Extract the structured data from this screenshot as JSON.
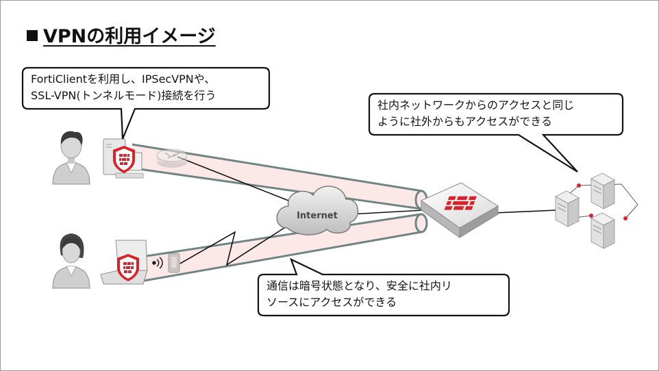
{
  "slide": {
    "title": "VPNの利用イメージ"
  },
  "callouts": {
    "forticlient": {
      "line1": "FortiClientを利用し、IPSecVPNや、",
      "line2": "SSL-VPN(トンネルモード)接続を行う"
    },
    "internal": {
      "line1": "社内ネットワークからのアクセスと同じ",
      "line2": "ように社外からもアクセスができる"
    },
    "encrypted": {
      "line1": "通信は暗号状態となり、安全に社内リ",
      "line2": "ソースにアクセスができる"
    }
  },
  "network": {
    "cloud_label": "Internet"
  },
  "icons": {
    "user_male": "man-user-icon",
    "user_female": "woman-user-icon",
    "desktop": "desktop-computer-icon",
    "laptop": "laptop-icon",
    "router": "router-icon",
    "wireless": "wireless-signal-icon",
    "mobile_router": "mobile-router-icon",
    "firewall": "fortigate-firewall-icon",
    "servers": "server-cluster-icon",
    "fortinet_logo": "fortinet-logo-icon"
  },
  "colors": {
    "fortinet_red": "#d8232a",
    "tunnel_fill": "#fde8e8",
    "tunnel_stroke": "#6f8483"
  }
}
